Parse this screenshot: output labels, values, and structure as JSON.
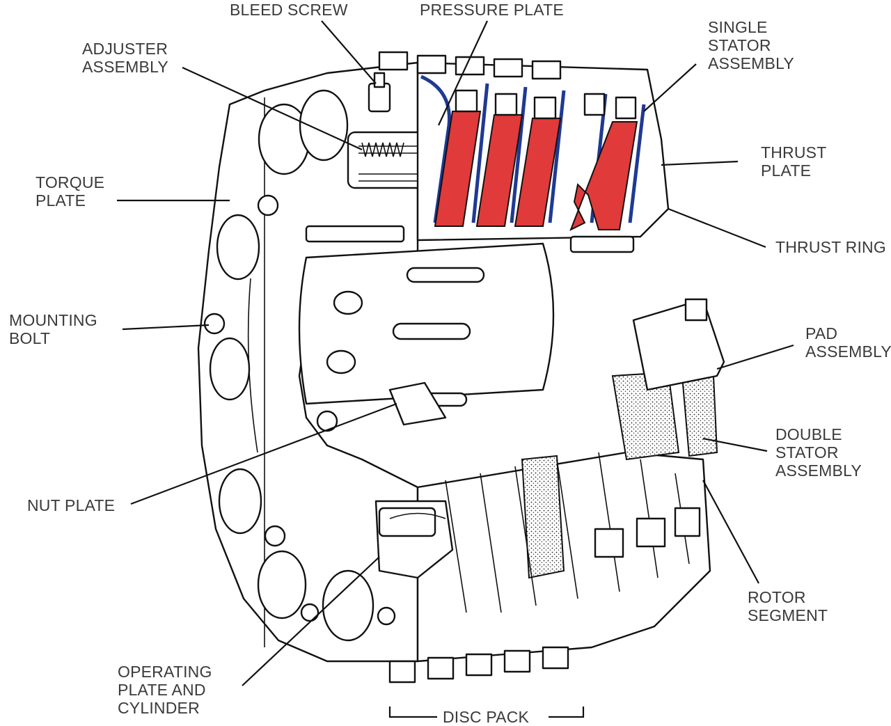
{
  "labels": {
    "bleed_screw": "BLEED SCREW",
    "pressure_plate": "PRESSURE PLATE",
    "single_stator": [
      "SINGLE",
      "STATOR",
      "ASSEMBLY"
    ],
    "adjuster": [
      "ADJUSTER",
      "ASSEMBLY"
    ],
    "thrust_plate": [
      "THRUST",
      "PLATE"
    ],
    "torque_plate": [
      "TORQUE",
      "PLATE"
    ],
    "thrust_ring": "THRUST RING",
    "mounting_bolt": [
      "MOUNTING",
      "BOLT"
    ],
    "pad_assembly": [
      "PAD",
      "ASSEMBLY"
    ],
    "double_stator": [
      "DOUBLE",
      "STATOR",
      "ASSEMBLY"
    ],
    "nut_plate": "NUT PLATE",
    "rotor_segment": [
      "ROTOR",
      "SEGMENT"
    ],
    "operating_plate": [
      "OPERATING",
      "PLATE AND",
      "CYLINDER"
    ],
    "disc_pack": "DISC PACK"
  },
  "colors": {
    "rotor_red": "#e03a3a",
    "stator_blue": "#1f3a93",
    "label_text": "#3a3a3a",
    "line_art": "#111111"
  }
}
